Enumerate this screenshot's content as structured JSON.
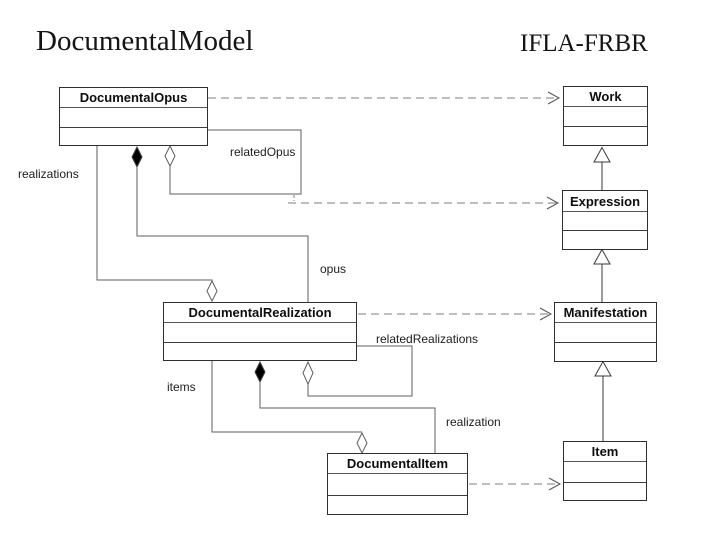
{
  "slide": {
    "title": "DocumentalModel",
    "subtitle": "IFLA-FRBR"
  },
  "classes": [
    {
      "name": "DocumentalOpus",
      "attributes": "",
      "operations": ""
    },
    {
      "name": "Work",
      "attributes": "",
      "operations": ""
    },
    {
      "name": "Expression",
      "attributes": "",
      "operations": ""
    },
    {
      "name": "DocumentalRealization",
      "attributes": "",
      "operations": ""
    },
    {
      "name": "Manifestation",
      "attributes": "",
      "operations": ""
    },
    {
      "name": "DocumentalItem",
      "attributes": "",
      "operations": ""
    },
    {
      "name": "Item",
      "attributes": "",
      "operations": ""
    }
  ],
  "labels": {
    "realizations": "realizations",
    "relatedOpus": "relatedOpus",
    "opus": "opus",
    "relatedRealizations": "relatedRealizations",
    "items": "items",
    "realization": "realization"
  },
  "relationships": [
    {
      "from": "DocumentalOpus",
      "to": "Work",
      "type": "dashed-dependency-arrow"
    },
    {
      "from": "DocumentalOpus",
      "to": "Expression",
      "type": "dashed-dependency-arrow"
    },
    {
      "from": "DocumentalRealization",
      "to": "Manifestation",
      "type": "dashed-dependency-arrow"
    },
    {
      "from": "DocumentalItem",
      "to": "Item",
      "type": "dashed-dependency-arrow"
    },
    {
      "from": "Expression",
      "to": "Work",
      "type": "generalization"
    },
    {
      "from": "Manifestation",
      "to": "Expression",
      "type": "generalization"
    },
    {
      "from": "Item",
      "to": "Manifestation",
      "type": "generalization"
    },
    {
      "from": "DocumentalOpus",
      "to": "DocumentalRealization",
      "type": "aggregation",
      "label": "realizations",
      "diamond": "open-at-DocumentalRealization"
    },
    {
      "from": "DocumentalOpus",
      "to": "DocumentalRealization",
      "type": "composition",
      "label": "opus",
      "diamond": "filled-at-DocumentalOpus"
    },
    {
      "from": "DocumentalOpus",
      "to": "DocumentalOpus",
      "type": "self-aggregation",
      "label": "relatedOpus",
      "diamond": "open-at-DocumentalOpus"
    },
    {
      "from": "DocumentalRealization",
      "to": "DocumentalRealization",
      "type": "self-aggregation",
      "label": "relatedRealizations",
      "diamond": "open-at-DocumentalRealization"
    },
    {
      "from": "DocumentalRealization",
      "to": "DocumentalItem",
      "type": "aggregation",
      "label": "items",
      "diamond": "open-at-DocumentalItem"
    },
    {
      "from": "DocumentalRealization",
      "to": "DocumentalItem",
      "type": "composition",
      "label": "realization",
      "diamond": "filled-at-DocumentalRealization"
    }
  ],
  "colors": {
    "background": "#ffffff",
    "box_border": "#2e2e2e",
    "association_line": "#5f5f5f",
    "dashed_line": "#7d7d7d",
    "text": "#0d0d0d",
    "filled_diamond": "#000000"
  }
}
